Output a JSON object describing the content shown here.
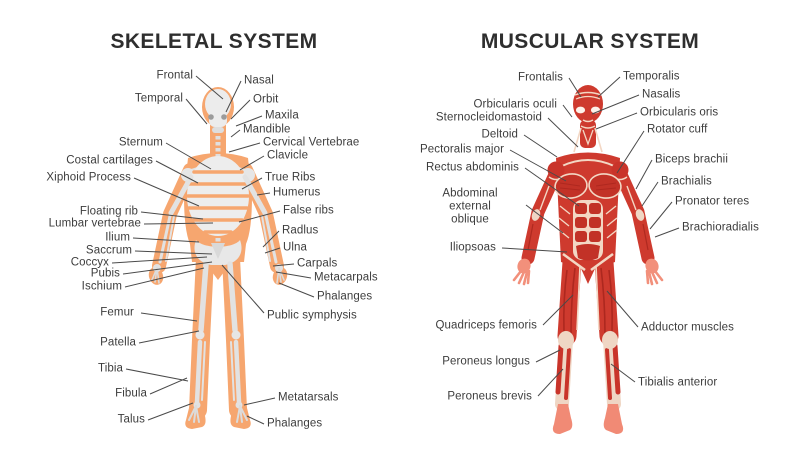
{
  "skeletal": {
    "title": "SKELETAL SYSTEM",
    "labels_left": [
      "Frontal",
      "Temporal",
      "Sternum",
      "Costal cartilages",
      "Xiphoid Process",
      "Floating rib",
      "Lumbar vertebrae",
      "Ilium",
      "Saccrum",
      "Coccyx",
      "Pubis",
      "Ischium",
      "Femur",
      "Patella",
      "Tibia",
      "Fibula",
      "Talus"
    ],
    "labels_right": [
      "Nasal",
      "Orbit",
      "Maxila",
      "Mandible",
      "Cervical Vertebrae",
      "Clavicle",
      "True Ribs",
      "Humerus",
      "False ribs",
      "Radlus",
      "Ulna",
      "Carpals",
      "Metacarpals",
      "Phalanges",
      "Public symphysis",
      "Metatarsals",
      "Phalanges"
    ]
  },
  "muscular": {
    "title": "MUSCULAR SYSTEM",
    "labels_left": [
      "Frontalis",
      "Orbicularis oculi",
      "Sternocleidomastoid",
      "Deltoid",
      "Pectoralis major",
      "Rectus abdominis",
      "Abdominal external\noblique",
      "Iliopsoas",
      "Quadriceps femoris",
      "Peroneus longus",
      "Peroneus brevis"
    ],
    "labels_right": [
      "Temporalis",
      "Nasalis",
      "Orbicularis oris",
      "Rotator cuff",
      "Biceps brachii",
      "Brachialis",
      "Pronator teres",
      "Brachioradialis",
      "Adductor muscles",
      "Tibialis anterior"
    ]
  },
  "colors": {
    "background": "#ffffff",
    "title_text": "#2e2e2e",
    "label_text": "#3d3d3d",
    "leader_line": "#4a4a4a",
    "skeletal_skin": "#f6a66f",
    "bone": "#e9e9e9",
    "muscle_red": "#ce3a2e",
    "muscle_dark_red": "#a8251d",
    "muscle_cream": "#f3d7c4",
    "muscle_skin_salmon": "#f2907b"
  }
}
